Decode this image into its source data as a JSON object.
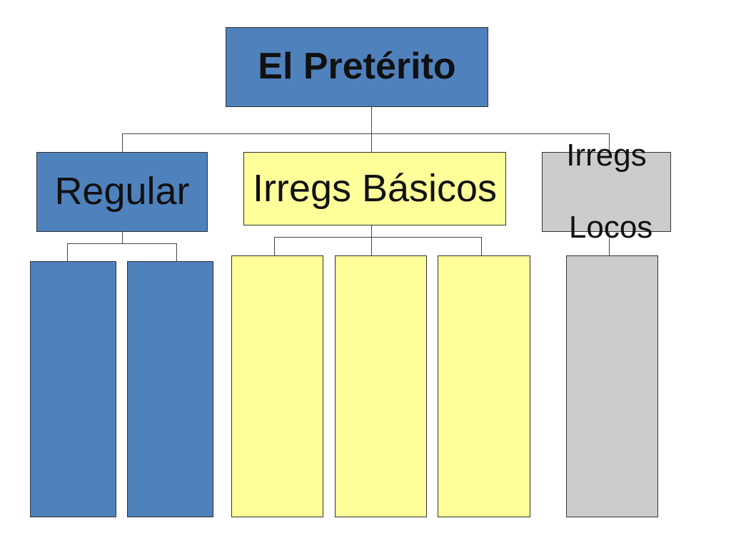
{
  "colors": {
    "blue": "#4f81bd",
    "yellow": "#ffff99",
    "gray": "#cccccc",
    "line": "#444444"
  },
  "root": {
    "label": "El Pretérito"
  },
  "branches": {
    "regular": {
      "label": "Regular"
    },
    "basicos": {
      "label": "Irregs Básicos"
    },
    "locos": {
      "line1": "Irregs",
      "line2": " Locos"
    }
  }
}
